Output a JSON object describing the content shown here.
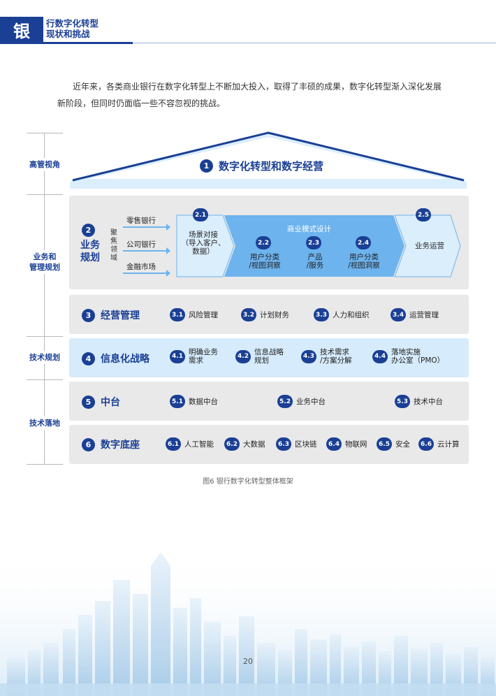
{
  "header": {
    "badge": "银",
    "title_line1": "行数字化转型",
    "title_line2": "现状和挑战"
  },
  "intro_text": "近年来，各类商业银行在数字化转型上不断加大投入，取得了丰硕的成果，数字化转型渐入深化发展新阶段，但同时仍面临一些不容忽视的挑战。",
  "axis": {
    "senior": "高管视角",
    "business_line1": "业务和",
    "business_line2": "管理规划",
    "tech_plan": "技术规划",
    "tech_land": "技术落地"
  },
  "roof": {
    "num": "1",
    "title": "数字化转型和数字经营"
  },
  "business": {
    "num": "2",
    "title_line1": "业务",
    "title_line2": "规划",
    "focus": "聚焦领域",
    "channels": [
      "零售银行",
      "公司银行",
      "金融市场"
    ],
    "step1": {
      "num": "2.1",
      "line1": "场景对接",
      "line2": "（导入客户、",
      "line3": "数据）"
    },
    "model_title": "商业模式设计",
    "step2": {
      "num": "2.2",
      "line1": "用户分类",
      "line2": "/视图洞察"
    },
    "step3": {
      "num": "2.3",
      "line1": "产品",
      "line2": "/服务"
    },
    "step4": {
      "num": "2.4",
      "line1": "用户分类",
      "line2": "/视图洞察"
    },
    "step5": {
      "num": "2.5",
      "line1": "业务运营"
    }
  },
  "ops": {
    "num": "3",
    "title": "经营管理",
    "items": [
      {
        "num": "3.1",
        "label": "风险管理"
      },
      {
        "num": "3.2",
        "label": "计划财务"
      },
      {
        "num": "3.3",
        "label": "人力和组织"
      },
      {
        "num": "3.4",
        "label": "运营管理"
      }
    ]
  },
  "it": {
    "num": "4",
    "title": "信息化战略",
    "items": [
      {
        "num": "4.1",
        "line1": "明确业务",
        "line2": "需求"
      },
      {
        "num": "4.2",
        "line1": "信息战略",
        "line2": "规划"
      },
      {
        "num": "4.3",
        "line1": "技术需求",
        "line2": "/方案分解"
      },
      {
        "num": "4.4",
        "line1": "落地实施",
        "line2": "办公室（PMO）"
      }
    ]
  },
  "middle": {
    "num": "5",
    "title": "中台",
    "items": [
      {
        "num": "5.1",
        "label": "数据中台"
      },
      {
        "num": "5.2",
        "label": "业务中台"
      },
      {
        "num": "5.3",
        "label": "技术中台"
      }
    ]
  },
  "base": {
    "num": "6",
    "title": "数字底座",
    "items": [
      {
        "num": "6.1",
        "label": "人工智能"
      },
      {
        "num": "6.2",
        "label": "大数据"
      },
      {
        "num": "6.3",
        "label": "区块链"
      },
      {
        "num": "6.4",
        "label": "物联网"
      },
      {
        "num": "6.5",
        "label": "安全"
      },
      {
        "num": "6.6",
        "label": "云计算"
      }
    ]
  },
  "caption": "图6  银行数字化转型整体框架",
  "page_number": "20",
  "colors": {
    "brand": "#1a3f94",
    "light_blue": "#6db3ee",
    "panel_gray": "#e9e9e9",
    "panel_blue": "#d6ebfb"
  }
}
